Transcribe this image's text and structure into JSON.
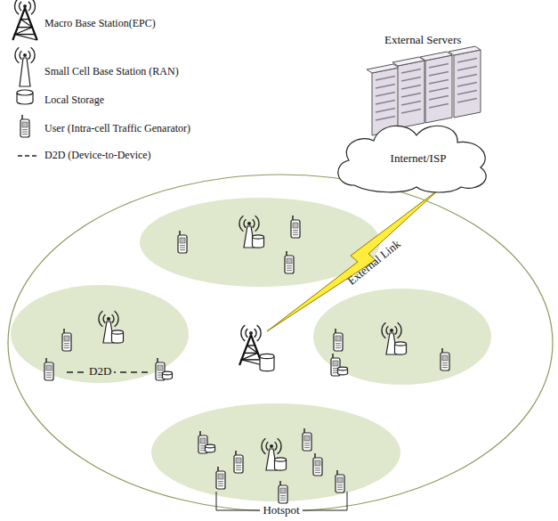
{
  "diagram": {
    "nodes": [
      {
        "text": [
          "Internet/ISP"
        ]
      }
    ],
    "labels": [
      "External Servers",
      "External Link",
      "D2D",
      "Hotspot"
    ],
    "legend": [
      {
        "text": "Macro Base Station(EPC)"
      },
      {
        "text": "Small Cell Base Station (RAN)"
      },
      {
        "text": "Local Storage"
      },
      {
        "text": "User (Intra-cell Traffic Genarator)"
      },
      {
        "text": "D2D (Device-to-Device)"
      }
    ]
  }
}
